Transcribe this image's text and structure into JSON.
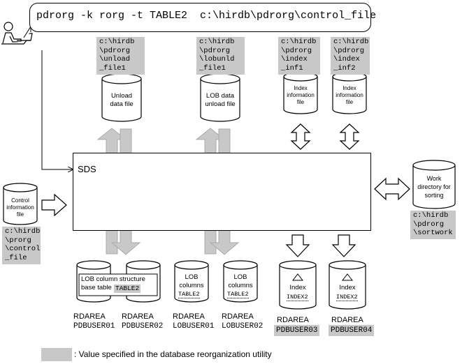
{
  "command": "pdrorg -k rorg -t TABLE2  c:\\hirdb\\pdrorg\\control_file",
  "paths": {
    "unload": "c:\\hirdb\n\\pdrorg\n\\unload\n_file1",
    "lobunld": "c:\\hirdb\n\\pdrorg\n\\lobunld\n_file1",
    "index1": "c:\\hirdb\n\\pdrorg\n\\index\n_inf1",
    "index2": "c:\\hirdb\n\\pdrorg\n\\index\n_inf2",
    "control": "c:\\hirdb\n\\prorg\n\\control\n_file",
    "sortwork": "c:\\hirdb\n\\pdrorg\n\\sortwork"
  },
  "files": {
    "unload": "Unload\ndata file",
    "lob_unload": "LOB data\nunload file",
    "index1": "Index\ninformation\nfile",
    "index2": "Index\ninformation\nfile",
    "control": "Control\ninformation\nfile",
    "work": "Work\ndirectory for\nsorting"
  },
  "sds": "SDS",
  "base_table": {
    "label": "LOB column structure\nbase table",
    "name": "TABLE2"
  },
  "lob_columns": [
    {
      "label": "LOB\ncolumns",
      "name": "TABLE2"
    },
    {
      "label": "LOB\ncolumns",
      "name": "TABLE2"
    }
  ],
  "indexes": [
    {
      "label": "Index",
      "name": "INDEX2"
    },
    {
      "label": "Index",
      "name": "INDEX2"
    }
  ],
  "rdareas": [
    {
      "kw": "RDAREA",
      "name": "PDBUSER01",
      "highlight": false
    },
    {
      "kw": "RDAREA",
      "name": "PDBUSER02",
      "highlight": false
    },
    {
      "kw": "RDAREA",
      "name": "LOBUSER01",
      "highlight": false
    },
    {
      "kw": "RDAREA",
      "name": "LOBUSER02",
      "highlight": false
    },
    {
      "kw": "RDAREA",
      "name": "PDBUSER03",
      "highlight": true
    },
    {
      "kw": "RDAREA",
      "name": "PDBUSER04",
      "highlight": true
    }
  ],
  "legend": ": Value specified in the database reorganization utility",
  "colors": {
    "highlight": "#c8c8c8",
    "arrow_fill": "#c8c8c8"
  }
}
